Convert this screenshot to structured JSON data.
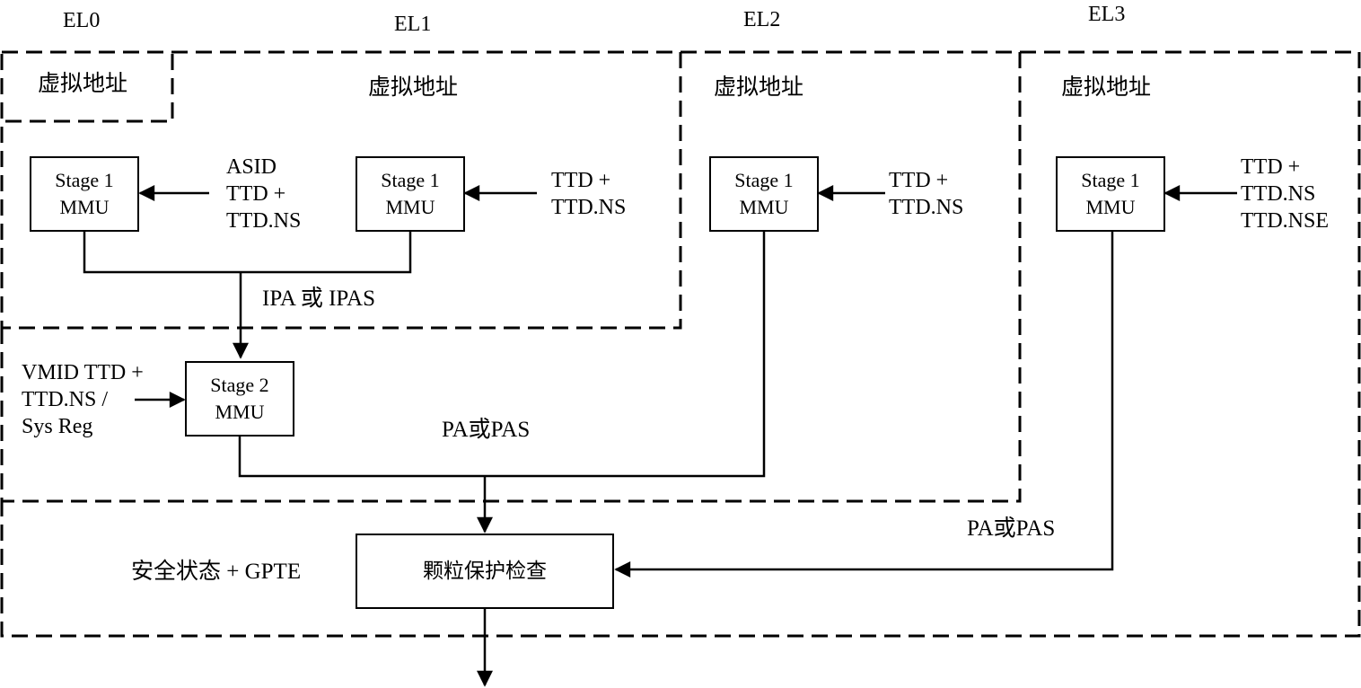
{
  "levels": {
    "el0": "EL0",
    "el1": "EL1",
    "el2": "EL2",
    "el3": "EL3"
  },
  "regions": {
    "el0_va": "虚拟地址",
    "el1_va": "虚拟地址",
    "el2_va": "虚拟地址",
    "el3_va": "虚拟地址"
  },
  "stage1": {
    "line1": "Stage 1",
    "line2": "MMU"
  },
  "stage2": {
    "line1": "Stage 2",
    "line2": "MMU"
  },
  "inputs": {
    "el0": [
      "ASID",
      "TTD +",
      "TTD.NS"
    ],
    "el1": [
      "TTD +",
      "TTD.NS"
    ],
    "el2": [
      "TTD +",
      "TTD.NS"
    ],
    "el3": [
      "TTD +",
      "TTD.NS",
      "TTD.NSE"
    ],
    "stage2": [
      "VMID TTD +",
      "TTD.NS /",
      "Sys Reg"
    ]
  },
  "labels": {
    "ipa": "IPA  或 IPAS",
    "pa_mid": "PA或PAS",
    "pa_right": "PA或PAS",
    "gpc_input": "安全状态 + GPTE"
  },
  "gpc": {
    "label": "颗粒保护检查"
  }
}
